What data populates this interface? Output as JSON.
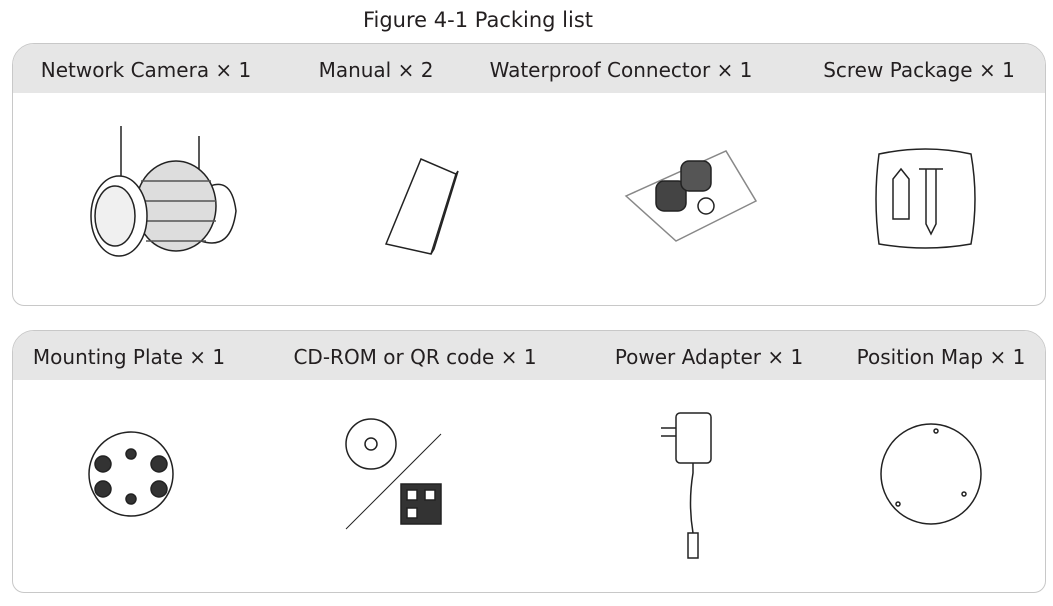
{
  "caption": "Figure 4-1 Packing list",
  "rows": [
    {
      "items": [
        {
          "label": "Network Camera × 1",
          "icon": "network-camera"
        },
        {
          "label": "Manual × 2",
          "icon": "manual"
        },
        {
          "label": "Waterproof Connector × 1",
          "icon": "waterproof-connector"
        },
        {
          "label": "Screw Package × 1",
          "icon": "screw-package"
        }
      ]
    },
    {
      "items": [
        {
          "label": "Mounting Plate × 1",
          "icon": "mounting-plate"
        },
        {
          "label": "CD-ROM or QR code × 1",
          "icon": "cd-qr"
        },
        {
          "label": "Power Adapter × 1",
          "icon": "power-adapter"
        },
        {
          "label": "Position Map × 1",
          "icon": "position-map"
        }
      ]
    }
  ]
}
